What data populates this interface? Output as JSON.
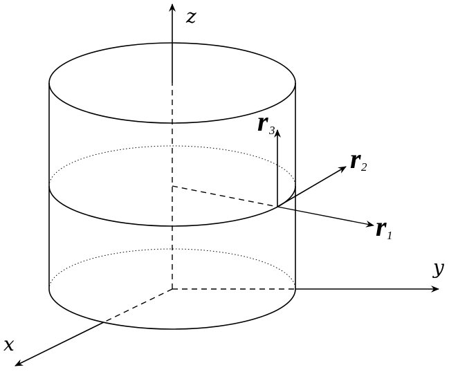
{
  "axes": {
    "z_label": "z",
    "y_label": "y",
    "x_label": "x"
  },
  "vectors": {
    "r1": {
      "symbol": "r",
      "subscript": "1"
    },
    "r2": {
      "symbol": "r",
      "subscript": "2"
    },
    "r3": {
      "symbol": "r",
      "subscript": "3"
    }
  },
  "colors": {
    "stroke": "#000000",
    "background": "#ffffff"
  }
}
